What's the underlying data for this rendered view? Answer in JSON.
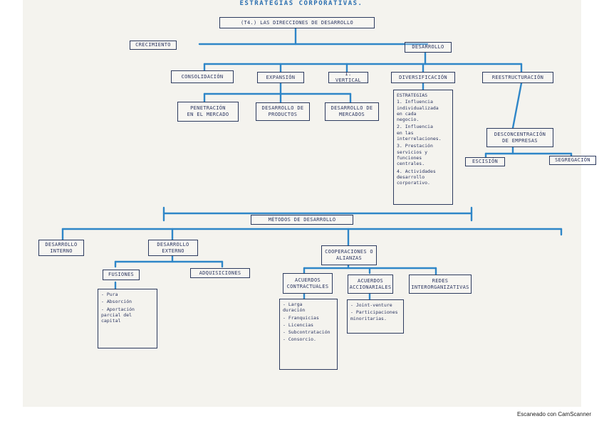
{
  "title": "ESTRATEGIAS CORPORATIVAS.",
  "footer": "Escaneado con CamScanner",
  "nodes": {
    "direcciones": "(T4.) LAS DIRECCIONES DE DESARROLLO",
    "crecimiento": "CRECIMIENTO",
    "desarrollo": "DESARROLLO",
    "consolidacion": "CONSOLIDACIÓN",
    "expansion": "EXPANSIÓN",
    "i_vertical": "I. VERTICAL",
    "diversificacion": "DIVERSIFICACIÓN",
    "reestructuracion": "REESTRUCTURACIÓN",
    "penetracion": "PENETRACIÓN\nEN EL MERCADO",
    "desarrollo_productos": "DESARROLLO DE\nPRODUCTOS",
    "desarrollo_mercados": "DESARROLLO DE\nMERCADOS",
    "desconcentracion": "DESCONCENTRACIÓN\nDE EMPRESAS",
    "escision": "ESCISIÓN",
    "segregacion": "SEGREGACIÓN",
    "metodos": "MÉTODOS DE DESARROLLO",
    "desarrollo_interno": "DESARROLLO\nINTERNO",
    "desarrollo_externo": "DESARROLLO\nEXTERNO",
    "cooperaciones": "COOPERACIONES O\nALIANZAS",
    "fusiones": "FUSIONES",
    "adquisiciones": "ADQUISICIONES",
    "acuerdos_contractuales": "ACUERDOS\nCONTRACTUALES",
    "acuerdos_accionariales": "ACUERDOS\nACCIONARIALES",
    "redes": "REDES\nINTERORGANIZATIVAS"
  },
  "estrategias": {
    "header": "ESTRATEGIAS",
    "items": [
      "1. Influencia\nindividualizada\nen cada\nnegocio.",
      "2. Influencia\nen las\ninterrelaciones.",
      "3. Prestación\nservicios y\nfunciones\ncentrales.",
      "4. Actividades\ndesarrollo\ncorporativo."
    ]
  },
  "fusiones_list": [
    "- Pura",
    "- Absorción",
    "- Aportación\nparcial del\ncapital"
  ],
  "contractuales_list": [
    "- Larga\nduración",
    "- Franquicias",
    "- Licencias",
    "- Subcontratación",
    "- Consorcio."
  ],
  "accionariales_list": [
    "- Joint-venture",
    "- Participaciones\nminoritarias."
  ],
  "colors": {
    "ink": "#2b3560",
    "line": "#2e86c8",
    "paper": "#f4f3ee"
  }
}
